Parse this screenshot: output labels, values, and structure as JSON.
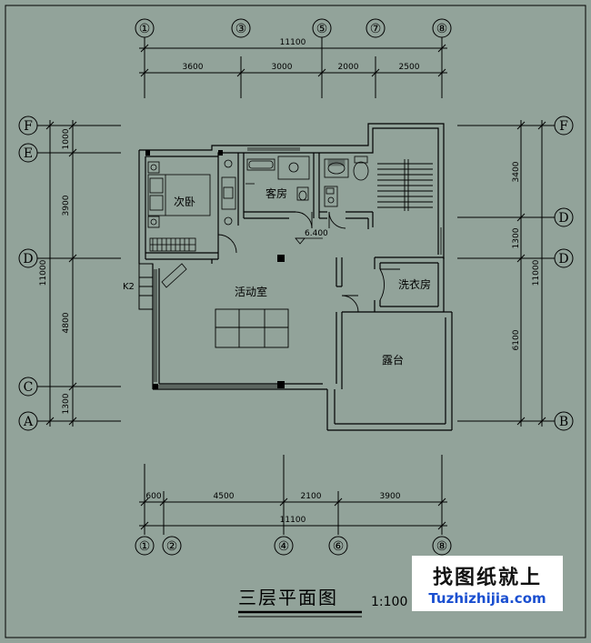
{
  "axes_top": [
    "①",
    "③",
    "⑤",
    "⑦",
    "⑧"
  ],
  "axes_bottom": [
    "①",
    "②",
    "④",
    "⑥",
    "⑧"
  ],
  "axes_left": [
    "F",
    "E",
    "D",
    "C",
    "A"
  ],
  "axes_right": [
    "F",
    "D",
    "D",
    "B"
  ],
  "dims_top": {
    "total": "11100",
    "segments": [
      "3600",
      "3000",
      "2000",
      "2500"
    ]
  },
  "dims_bottom": {
    "total": "11100",
    "segments": [
      "600",
      "4500",
      "2100",
      "3900"
    ]
  },
  "dims_left": {
    "total": "11000",
    "segments": [
      "1000",
      "3900",
      "4800",
      "1300"
    ]
  },
  "dims_right": {
    "total": "11000",
    "segments": [
      "3400",
      "1300",
      "6100"
    ]
  },
  "rooms": {
    "master_bedroom": "次卧",
    "guest_room": "客房",
    "activity_room": "活动室",
    "laundry": "洗衣房",
    "terrace": "露台"
  },
  "level_mark": "6.400",
  "window_tag": "K2",
  "title": "三层平面图",
  "scale": "1:100",
  "watermark": {
    "cn": "找图纸就上",
    "en": "Tuzhizhijia.com"
  }
}
